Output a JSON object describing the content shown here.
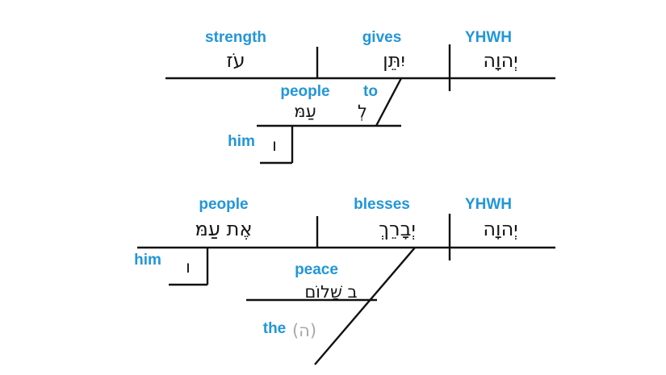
{
  "diagram": {
    "type": "hebrew-sentence-diagram",
    "background_color": "#ffffff",
    "gloss_color": "#2196d9",
    "hebrew_color": "#161616",
    "faint_color": "#a8a8a8",
    "line_color": "#111111",
    "clauses": [
      {
        "id": "clause-1",
        "subject": {
          "gloss": "YHWH",
          "hebrew": "יְהוָה"
        },
        "verb": {
          "gloss": "gives",
          "hebrew": "יִתֵּן"
        },
        "object": {
          "gloss": "strength",
          "hebrew": "עֹז"
        },
        "modifiers": [
          {
            "gloss": "to",
            "hebrew": "לְ"
          },
          {
            "gloss": "people",
            "hebrew": "עַמּ"
          },
          {
            "gloss": "him",
            "hebrew": "ו"
          }
        ]
      },
      {
        "id": "clause-2",
        "subject": {
          "gloss": "YHWH",
          "hebrew": "יְהוָה"
        },
        "verb": {
          "gloss": "blesses",
          "hebrew": "יְבָרֵךְ"
        },
        "object": {
          "gloss": "people",
          "hebrew": "אֶת עַמּ"
        },
        "modifiers": [
          {
            "gloss": "him",
            "hebrew": "ו"
          },
          {
            "gloss": "peace",
            "hebrew": "בַ שָׁלוֹם"
          },
          {
            "gloss": "the",
            "hebrew": "(ה)"
          }
        ]
      }
    ]
  }
}
